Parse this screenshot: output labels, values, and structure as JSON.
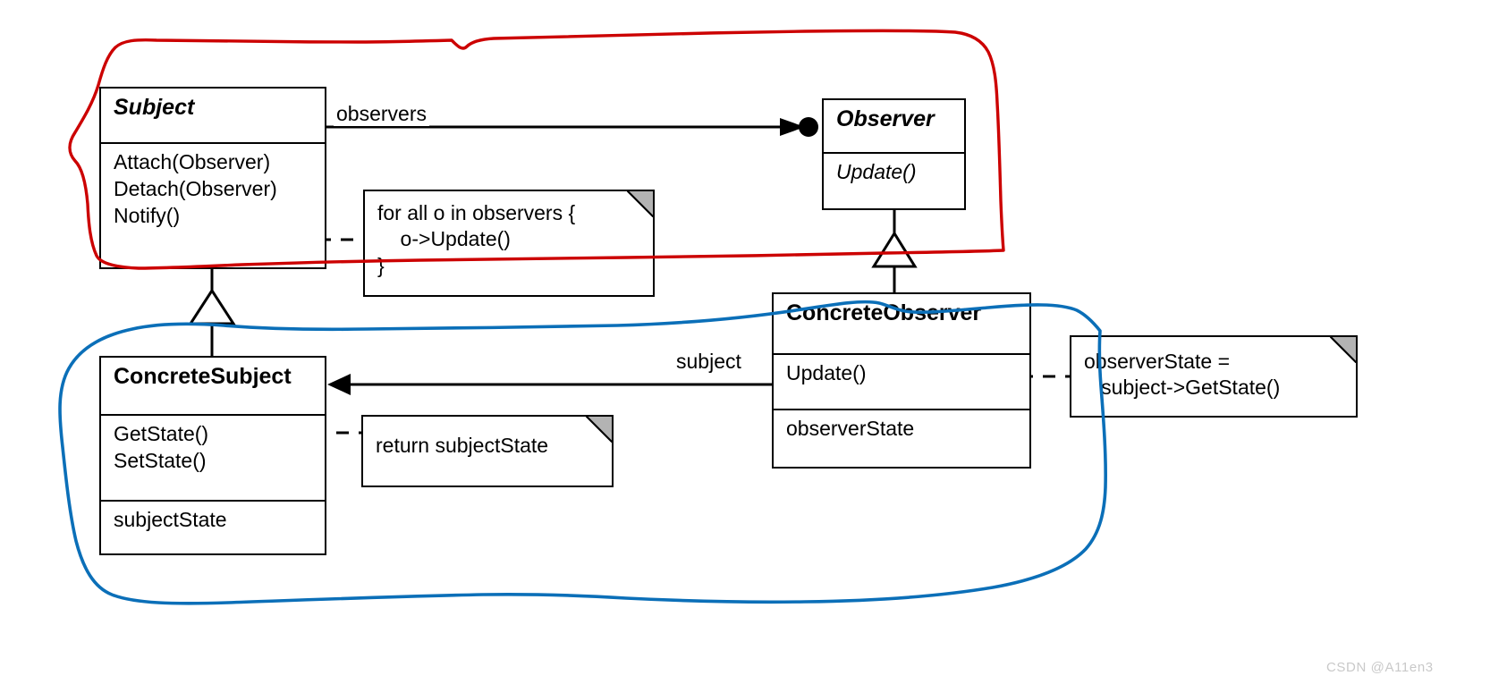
{
  "diagram": {
    "title": "Observer Pattern Class Diagram",
    "classes": [
      {
        "id": "subject",
        "name": "Subject",
        "stereotype": "abstract",
        "operations": [
          "Attach(Observer)",
          "Detach(Observer)",
          "Notify()"
        ],
        "attributes": []
      },
      {
        "id": "observer",
        "name": "Observer",
        "stereotype": "abstract",
        "operations": [
          "Update()"
        ],
        "attributes": []
      },
      {
        "id": "concrete-subject",
        "name": "ConcreteSubject",
        "stereotype": "concrete",
        "operations": [
          "GetState()",
          "SetState()"
        ],
        "attributes": [
          "subjectState"
        ]
      },
      {
        "id": "concrete-observer",
        "name": "ConcreteObserver",
        "stereotype": "concrete",
        "operations": [
          "Update()"
        ],
        "attributes": [
          "observerState"
        ]
      }
    ],
    "notes": [
      {
        "id": "notify-note",
        "attached_to": "Notify()",
        "text": "for all o in observers {\n    o->Update()\n}"
      },
      {
        "id": "getstate-note",
        "attached_to": "GetState()",
        "text": "return subjectState"
      },
      {
        "id": "update-note",
        "attached_to": "Update()",
        "text": "observerState =\n   subject->GetState()"
      }
    ],
    "edge_labels": {
      "observers": "observers",
      "subject": "subject"
    },
    "annotations": [
      {
        "id": "red-loop",
        "color": "#cc0000",
        "encircles": "Subject and Observer"
      },
      {
        "id": "blue-loop",
        "color": "#0b6fb8",
        "encircles": "ConcreteSubject and ConcreteObserver"
      }
    ],
    "colors": {
      "stroke": "#000000",
      "note_fold": "#b3b3b3",
      "red_ink": "#cc0000",
      "blue_ink": "#0b6fb8",
      "watermark": "#c9c9c9"
    }
  },
  "watermark": {
    "text": "CSDN @A11en3"
  }
}
